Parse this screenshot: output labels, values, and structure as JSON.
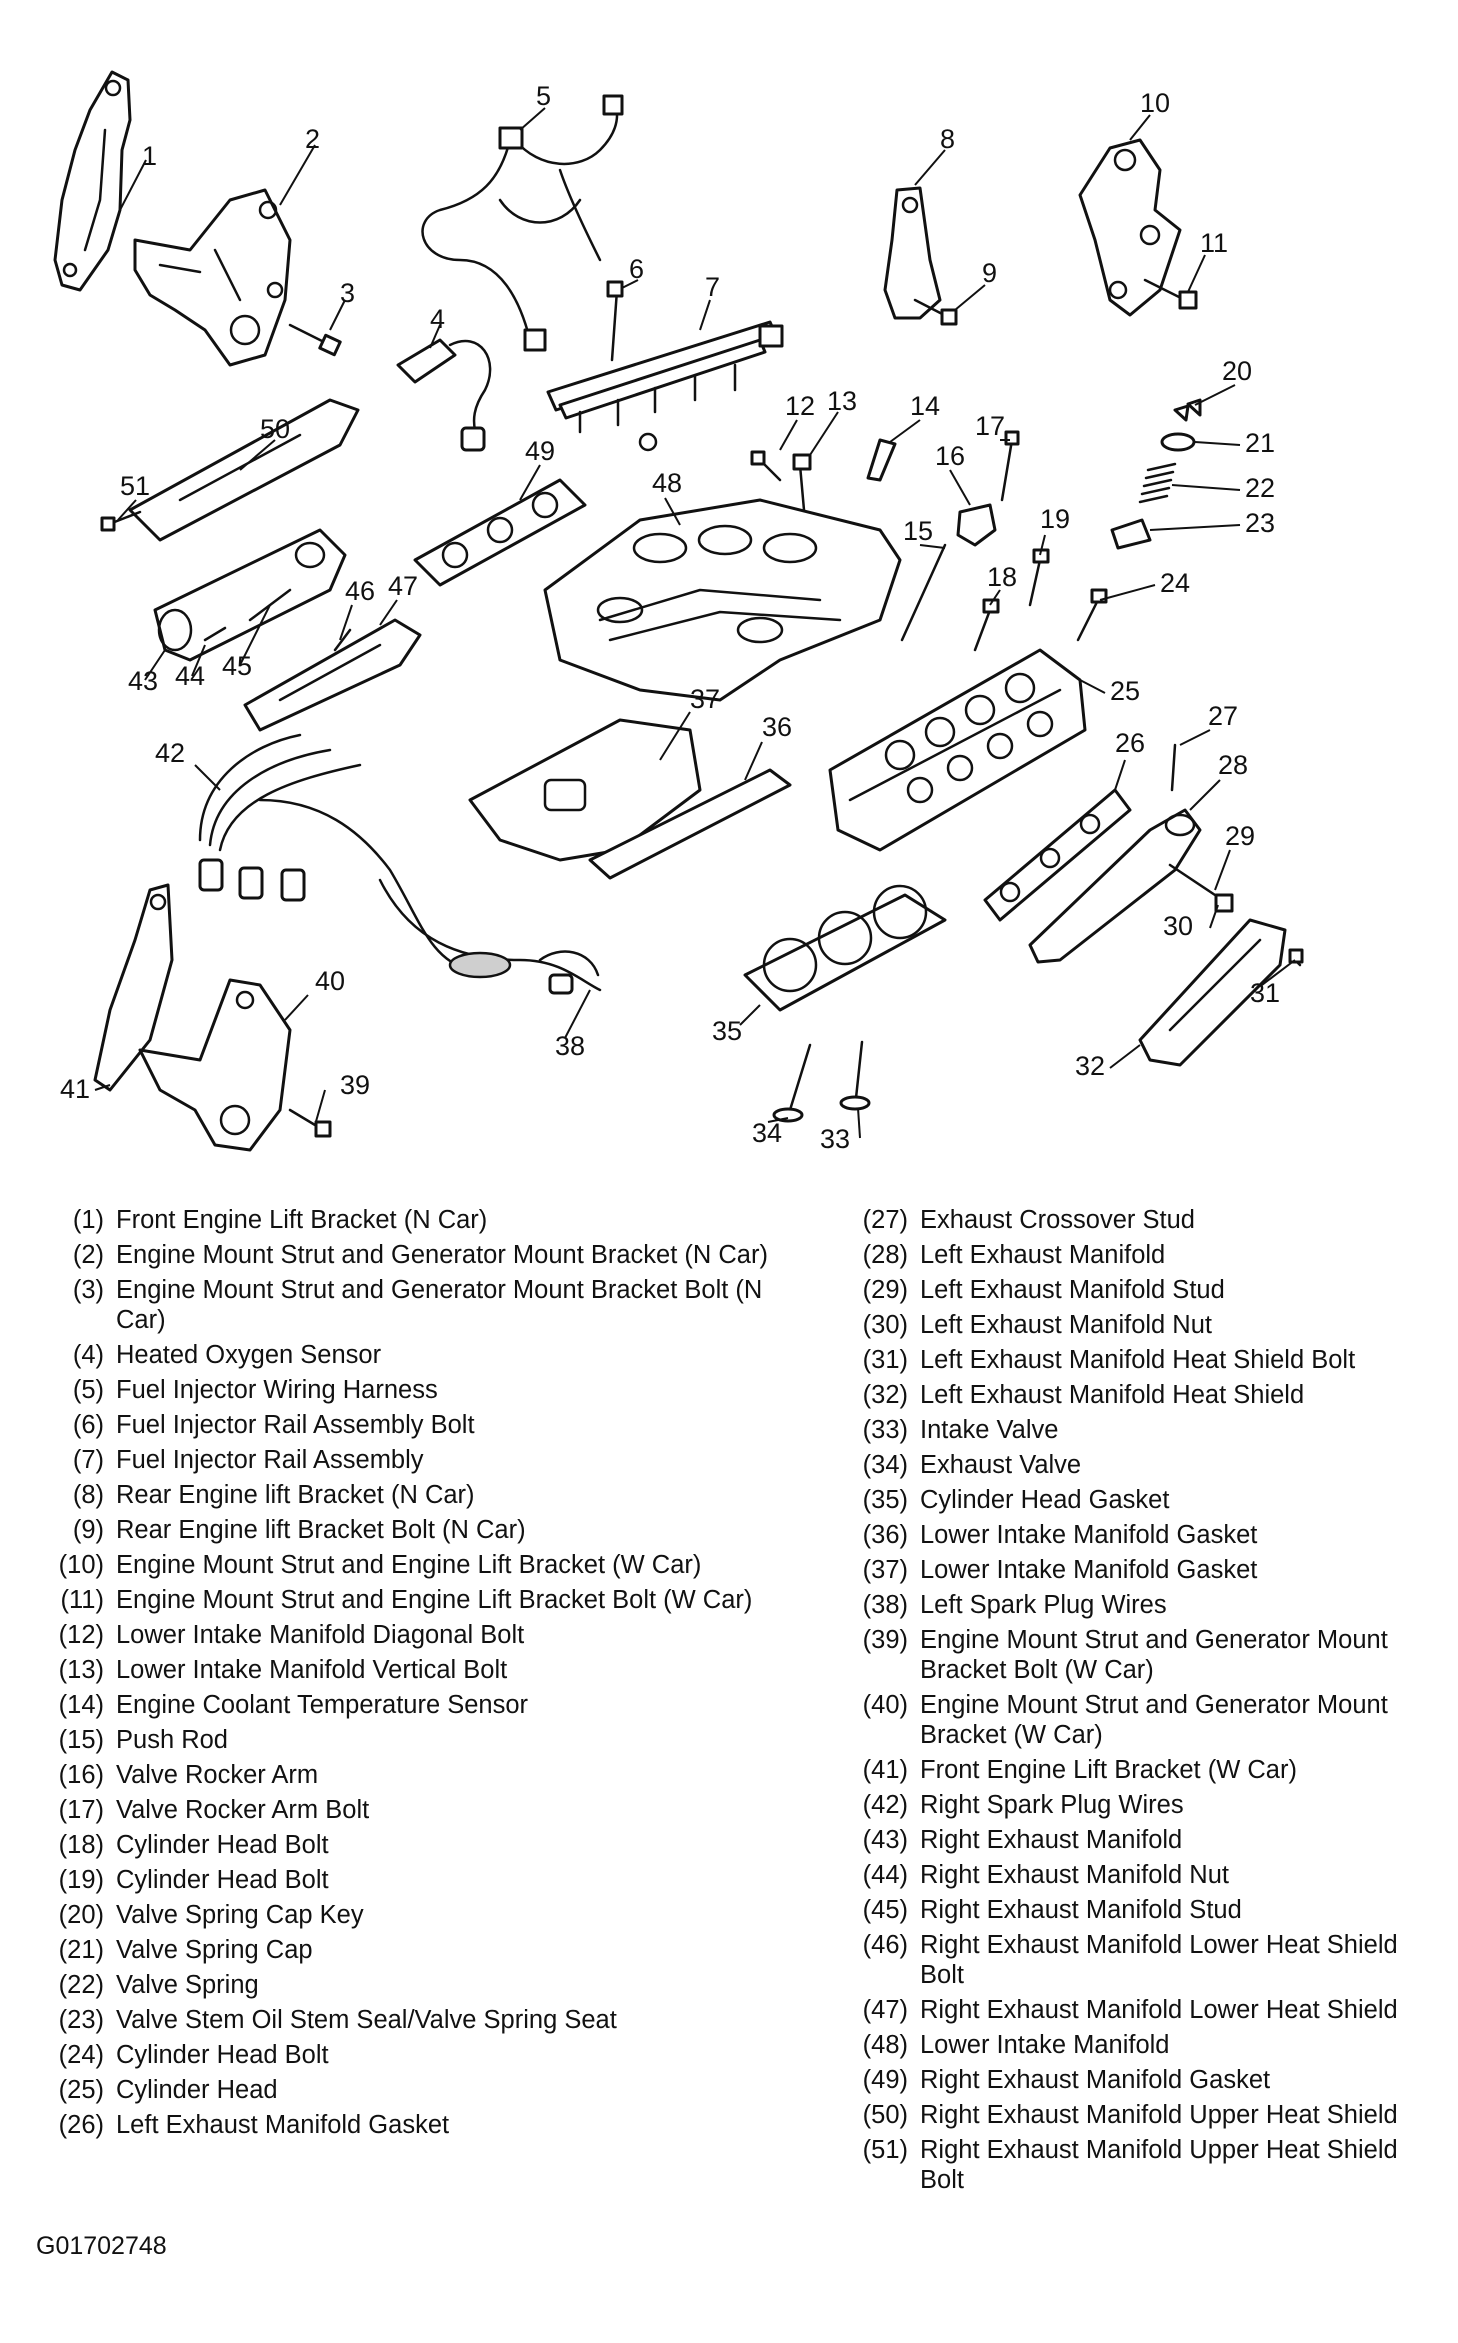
{
  "diagram": {
    "callouts": [
      "1",
      "2",
      "3",
      "4",
      "5",
      "6",
      "7",
      "8",
      "9",
      "10",
      "11",
      "12",
      "13",
      "14",
      "15",
      "16",
      "17",
      "18",
      "19",
      "20",
      "21",
      "22",
      "23",
      "24",
      "25",
      "26",
      "27",
      "28",
      "29",
      "30",
      "31",
      "32",
      "33",
      "34",
      "35",
      "36",
      "37",
      "38",
      "39",
      "40",
      "41",
      "42",
      "43",
      "44",
      "45",
      "46",
      "47",
      "48",
      "49",
      "50",
      "51"
    ]
  },
  "legend": {
    "left": [
      {
        "num": "(1)",
        "text": "Front Engine Lift Bracket (N Car)"
      },
      {
        "num": "(2)",
        "text": "Engine Mount Strut and Generator Mount Bracket (N Car)"
      },
      {
        "num": "(3)",
        "text": "Engine Mount Strut and Generator Mount Bracket Bolt (N Car)"
      },
      {
        "num": "(4)",
        "text": "Heated Oxygen Sensor"
      },
      {
        "num": "(5)",
        "text": "Fuel Injector Wiring Harness"
      },
      {
        "num": "(6)",
        "text": "Fuel Injector Rail Assembly Bolt"
      },
      {
        "num": "(7)",
        "text": "Fuel Injector Rail Assembly"
      },
      {
        "num": "(8)",
        "text": "Rear Engine lift Bracket (N Car)"
      },
      {
        "num": "(9)",
        "text": "Rear Engine lift Bracket Bolt (N Car)"
      },
      {
        "num": "(10)",
        "text": "Engine Mount Strut and Engine Lift Bracket (W Car)"
      },
      {
        "num": "(11)",
        "text": "Engine Mount Strut and Engine Lift Bracket Bolt (W Car)"
      },
      {
        "num": "(12)",
        "text": "Lower Intake Manifold Diagonal Bolt"
      },
      {
        "num": "(13)",
        "text": "Lower Intake Manifold Vertical Bolt"
      },
      {
        "num": "(14)",
        "text": "Engine Coolant Temperature Sensor"
      },
      {
        "num": "(15)",
        "text": "Push Rod"
      },
      {
        "num": "(16)",
        "text": "Valve Rocker Arm"
      },
      {
        "num": "(17)",
        "text": "Valve Rocker Arm Bolt"
      },
      {
        "num": "(18)",
        "text": "Cylinder Head Bolt"
      },
      {
        "num": "(19)",
        "text": "Cylinder Head Bolt"
      },
      {
        "num": "(20)",
        "text": "Valve Spring Cap Key"
      },
      {
        "num": "(21)",
        "text": "Valve Spring Cap"
      },
      {
        "num": "(22)",
        "text": "Valve Spring"
      },
      {
        "num": "(23)",
        "text": "Valve Stem Oil Stem Seal/Valve Spring Seat"
      },
      {
        "num": "(24)",
        "text": "Cylinder Head Bolt"
      },
      {
        "num": "(25)",
        "text": "Cylinder Head"
      },
      {
        "num": "(26)",
        "text": "Left Exhaust Manifold Gasket"
      }
    ],
    "right": [
      {
        "num": "(27)",
        "text": "Exhaust Crossover Stud"
      },
      {
        "num": "(28)",
        "text": "Left Exhaust Manifold"
      },
      {
        "num": "(29)",
        "text": "Left Exhaust Manifold Stud"
      },
      {
        "num": "(30)",
        "text": "Left Exhaust Manifold Nut"
      },
      {
        "num": "(31)",
        "text": "Left Exhaust Manifold Heat Shield Bolt"
      },
      {
        "num": "(32)",
        "text": "Left Exhaust Manifold Heat Shield"
      },
      {
        "num": "(33)",
        "text": "Intake Valve"
      },
      {
        "num": "(34)",
        "text": "Exhaust Valve"
      },
      {
        "num": "(35)",
        "text": "Cylinder Head Gasket"
      },
      {
        "num": "(36)",
        "text": "Lower Intake Manifold Gasket"
      },
      {
        "num": "(37)",
        "text": "Lower Intake Manifold Gasket"
      },
      {
        "num": "(38)",
        "text": "Left Spark Plug Wires"
      },
      {
        "num": "(39)",
        "text": "Engine Mount Strut and Generator Mount Bracket Bolt (W Car)"
      },
      {
        "num": "(40)",
        "text": "Engine Mount Strut and Generator Mount Bracket (W Car)"
      },
      {
        "num": "(41)",
        "text": "Front Engine Lift Bracket (W Car)"
      },
      {
        "num": "(42)",
        "text": "Right Spark Plug Wires"
      },
      {
        "num": "(43)",
        "text": "Right Exhaust Manifold"
      },
      {
        "num": "(44)",
        "text": "Right Exhaust Manifold Nut"
      },
      {
        "num": "(45)",
        "text": "Right Exhaust Manifold Stud"
      },
      {
        "num": "(46)",
        "text": "Right Exhaust Manifold Lower Heat Shield Bolt"
      },
      {
        "num": "(47)",
        "text": "Right Exhaust Manifold Lower Heat Shield"
      },
      {
        "num": "(48)",
        "text": "Lower Intake Manifold"
      },
      {
        "num": "(49)",
        "text": "Right Exhaust Manifold Gasket"
      },
      {
        "num": "(50)",
        "text": "Right Exhaust Manifold Upper Heat Shield"
      },
      {
        "num": "(51)",
        "text": "Right Exhaust Manifold Upper Heat Shield Bolt"
      }
    ]
  },
  "figure_id": "G01702748"
}
